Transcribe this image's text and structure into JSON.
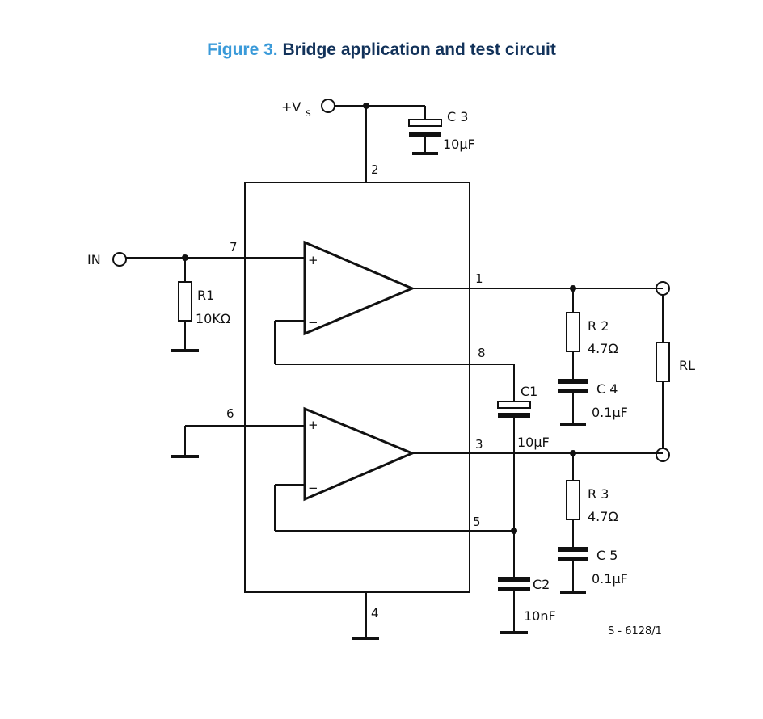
{
  "figure": {
    "number": "Figure 3.",
    "title": "Bridge application and test circuit"
  },
  "labels": {
    "supply": "+V",
    "supply_sub": "s",
    "input": "IN",
    "c3": "C 3",
    "c3_value": "10μF",
    "r1": "R1",
    "r1_value": "10KΩ",
    "r2": "R 2",
    "r2_value": "4.7Ω",
    "c4": "C 4",
    "c4_value": "0.1μF",
    "rl": "RL",
    "c1": "C1",
    "c1_value": "10μF",
    "r3": "R 3",
    "r3_value": "4.7Ω",
    "c5": "C 5",
    "c5_value": "0.1μF",
    "c2": "C2",
    "c2_value": "10nF",
    "code": "S - 6128/1"
  },
  "pins": {
    "p1": "1",
    "p2": "2",
    "p3": "3",
    "p4": "4",
    "p5": "5",
    "p6": "6",
    "p7": "7",
    "p8": "8"
  },
  "amp_signs": {
    "plus": "+",
    "minus": "−"
  }
}
